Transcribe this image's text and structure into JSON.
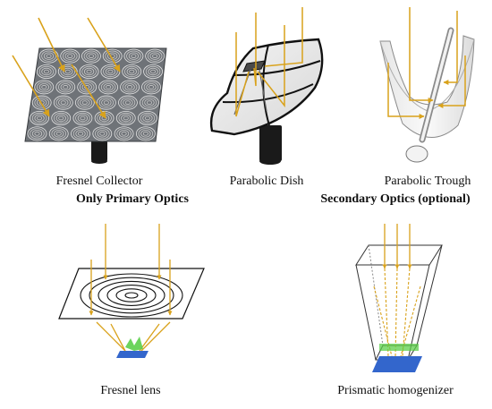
{
  "captions": {
    "fresnel_collector": "Fresnel Collector",
    "parabolic_dish": "Parabolic Dish",
    "parabolic_trough": "Parabolic Trough",
    "fresnel_lens": "Fresnel lens",
    "prismatic_homogenizer": "Prismatic homogenizer"
  },
  "headers": {
    "primary": "Only Primary Optics",
    "secondary": "Secondary Optics (optional)"
  },
  "colors": {
    "ray": "#d9a21b",
    "panel": "#6f7378",
    "pole": "#1a1a1a",
    "receiver_blue": "#3366cc",
    "receiver_green": "#5ccf4a"
  }
}
